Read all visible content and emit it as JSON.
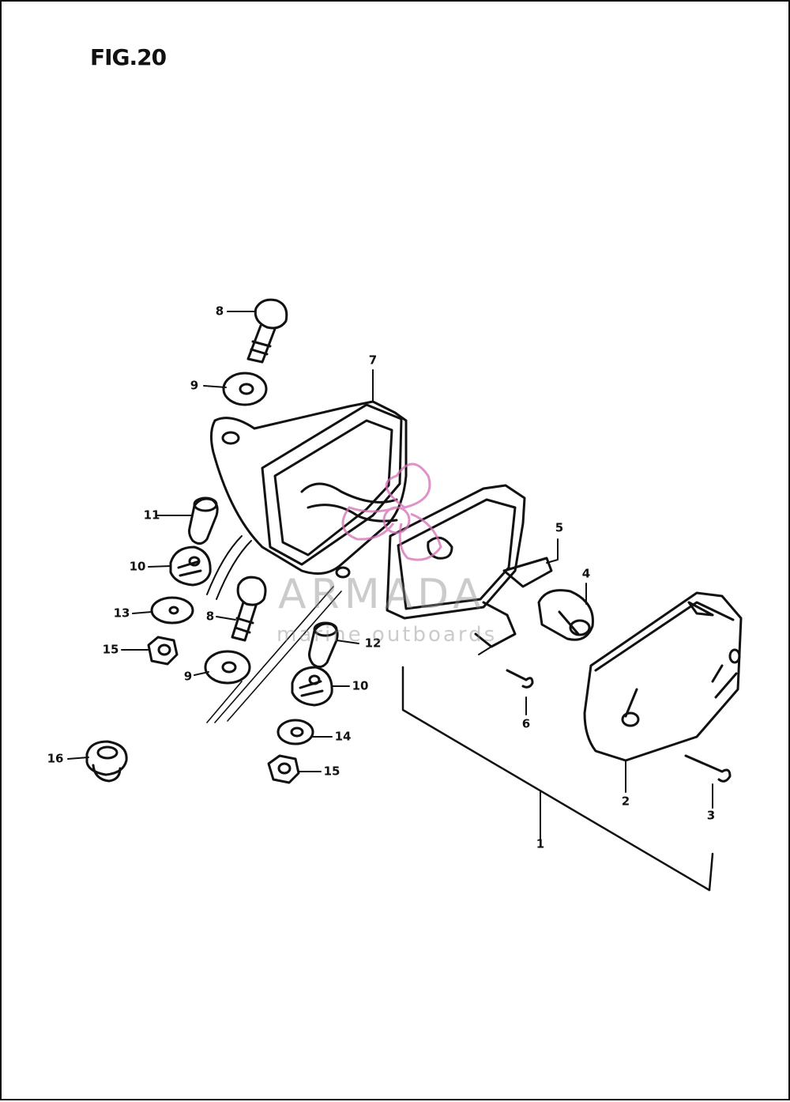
{
  "figure": {
    "title": "FIG.20"
  },
  "watermark": {
    "brand": "ARMADA",
    "tagline": "marine outboards",
    "color": "#d46fb5"
  },
  "callouts": [
    {
      "id": "1",
      "label": "1"
    },
    {
      "id": "2",
      "label": "2"
    },
    {
      "id": "3",
      "label": "3"
    },
    {
      "id": "4",
      "label": "4"
    },
    {
      "id": "5",
      "label": "5"
    },
    {
      "id": "6",
      "label": "6"
    },
    {
      "id": "7",
      "label": "7"
    },
    {
      "id": "8a",
      "label": "8"
    },
    {
      "id": "8b",
      "label": "8"
    },
    {
      "id": "9a",
      "label": "9"
    },
    {
      "id": "9b",
      "label": "9"
    },
    {
      "id": "10a",
      "label": "10"
    },
    {
      "id": "10b",
      "label": "10"
    },
    {
      "id": "11",
      "label": "11"
    },
    {
      "id": "12",
      "label": "12"
    },
    {
      "id": "13",
      "label": "13"
    },
    {
      "id": "14",
      "label": "14"
    },
    {
      "id": "15a",
      "label": "15"
    },
    {
      "id": "15b",
      "label": "15"
    },
    {
      "id": "16",
      "label": "16"
    }
  ]
}
